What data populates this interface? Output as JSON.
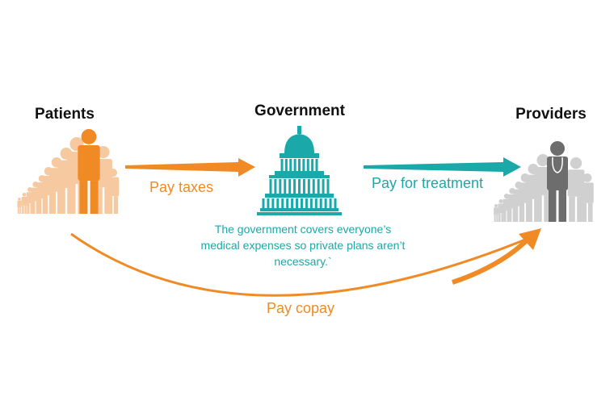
{
  "nodes": {
    "patients": {
      "title": "Patients",
      "icon": "patients-crowd-icon"
    },
    "government": {
      "title": "Government",
      "icon": "capitol-building-icon"
    },
    "providers": {
      "title": "Providers",
      "icon": "doctors-crowd-icon"
    }
  },
  "edges": {
    "taxes": {
      "label": "Pay taxes",
      "from": "Patients",
      "to": "Government"
    },
    "treatment": {
      "label": "Pay for treatment",
      "from": "Government",
      "to": "Providers"
    },
    "copay": {
      "label": "Pay copay",
      "from": "Patients",
      "to": "Providers"
    }
  },
  "caption": "The government covers everyone’s medical expenses so private plans aren’t necessary.`",
  "colors": {
    "orange": "#f08a24",
    "orange_light": "#f7c9a0",
    "teal": "#1aa9a8",
    "gray_dark": "#6d6d6d",
    "gray_light": "#d0d0d0"
  }
}
